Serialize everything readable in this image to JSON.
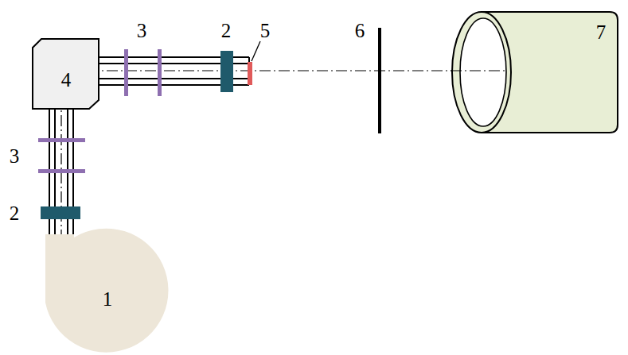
{
  "diagram": {
    "nodes": [
      {
        "text": [
          "4"
        ]
      },
      {
        "text": [
          "7"
        ]
      },
      {
        "text": [
          "1"
        ]
      }
    ],
    "edges": [
      {
        "from": 2,
        "to": 0,
        "arrow": "none"
      }
    ],
    "labels": [
      "3",
      "2",
      "5",
      "6",
      "3",
      "2"
    ]
  }
}
